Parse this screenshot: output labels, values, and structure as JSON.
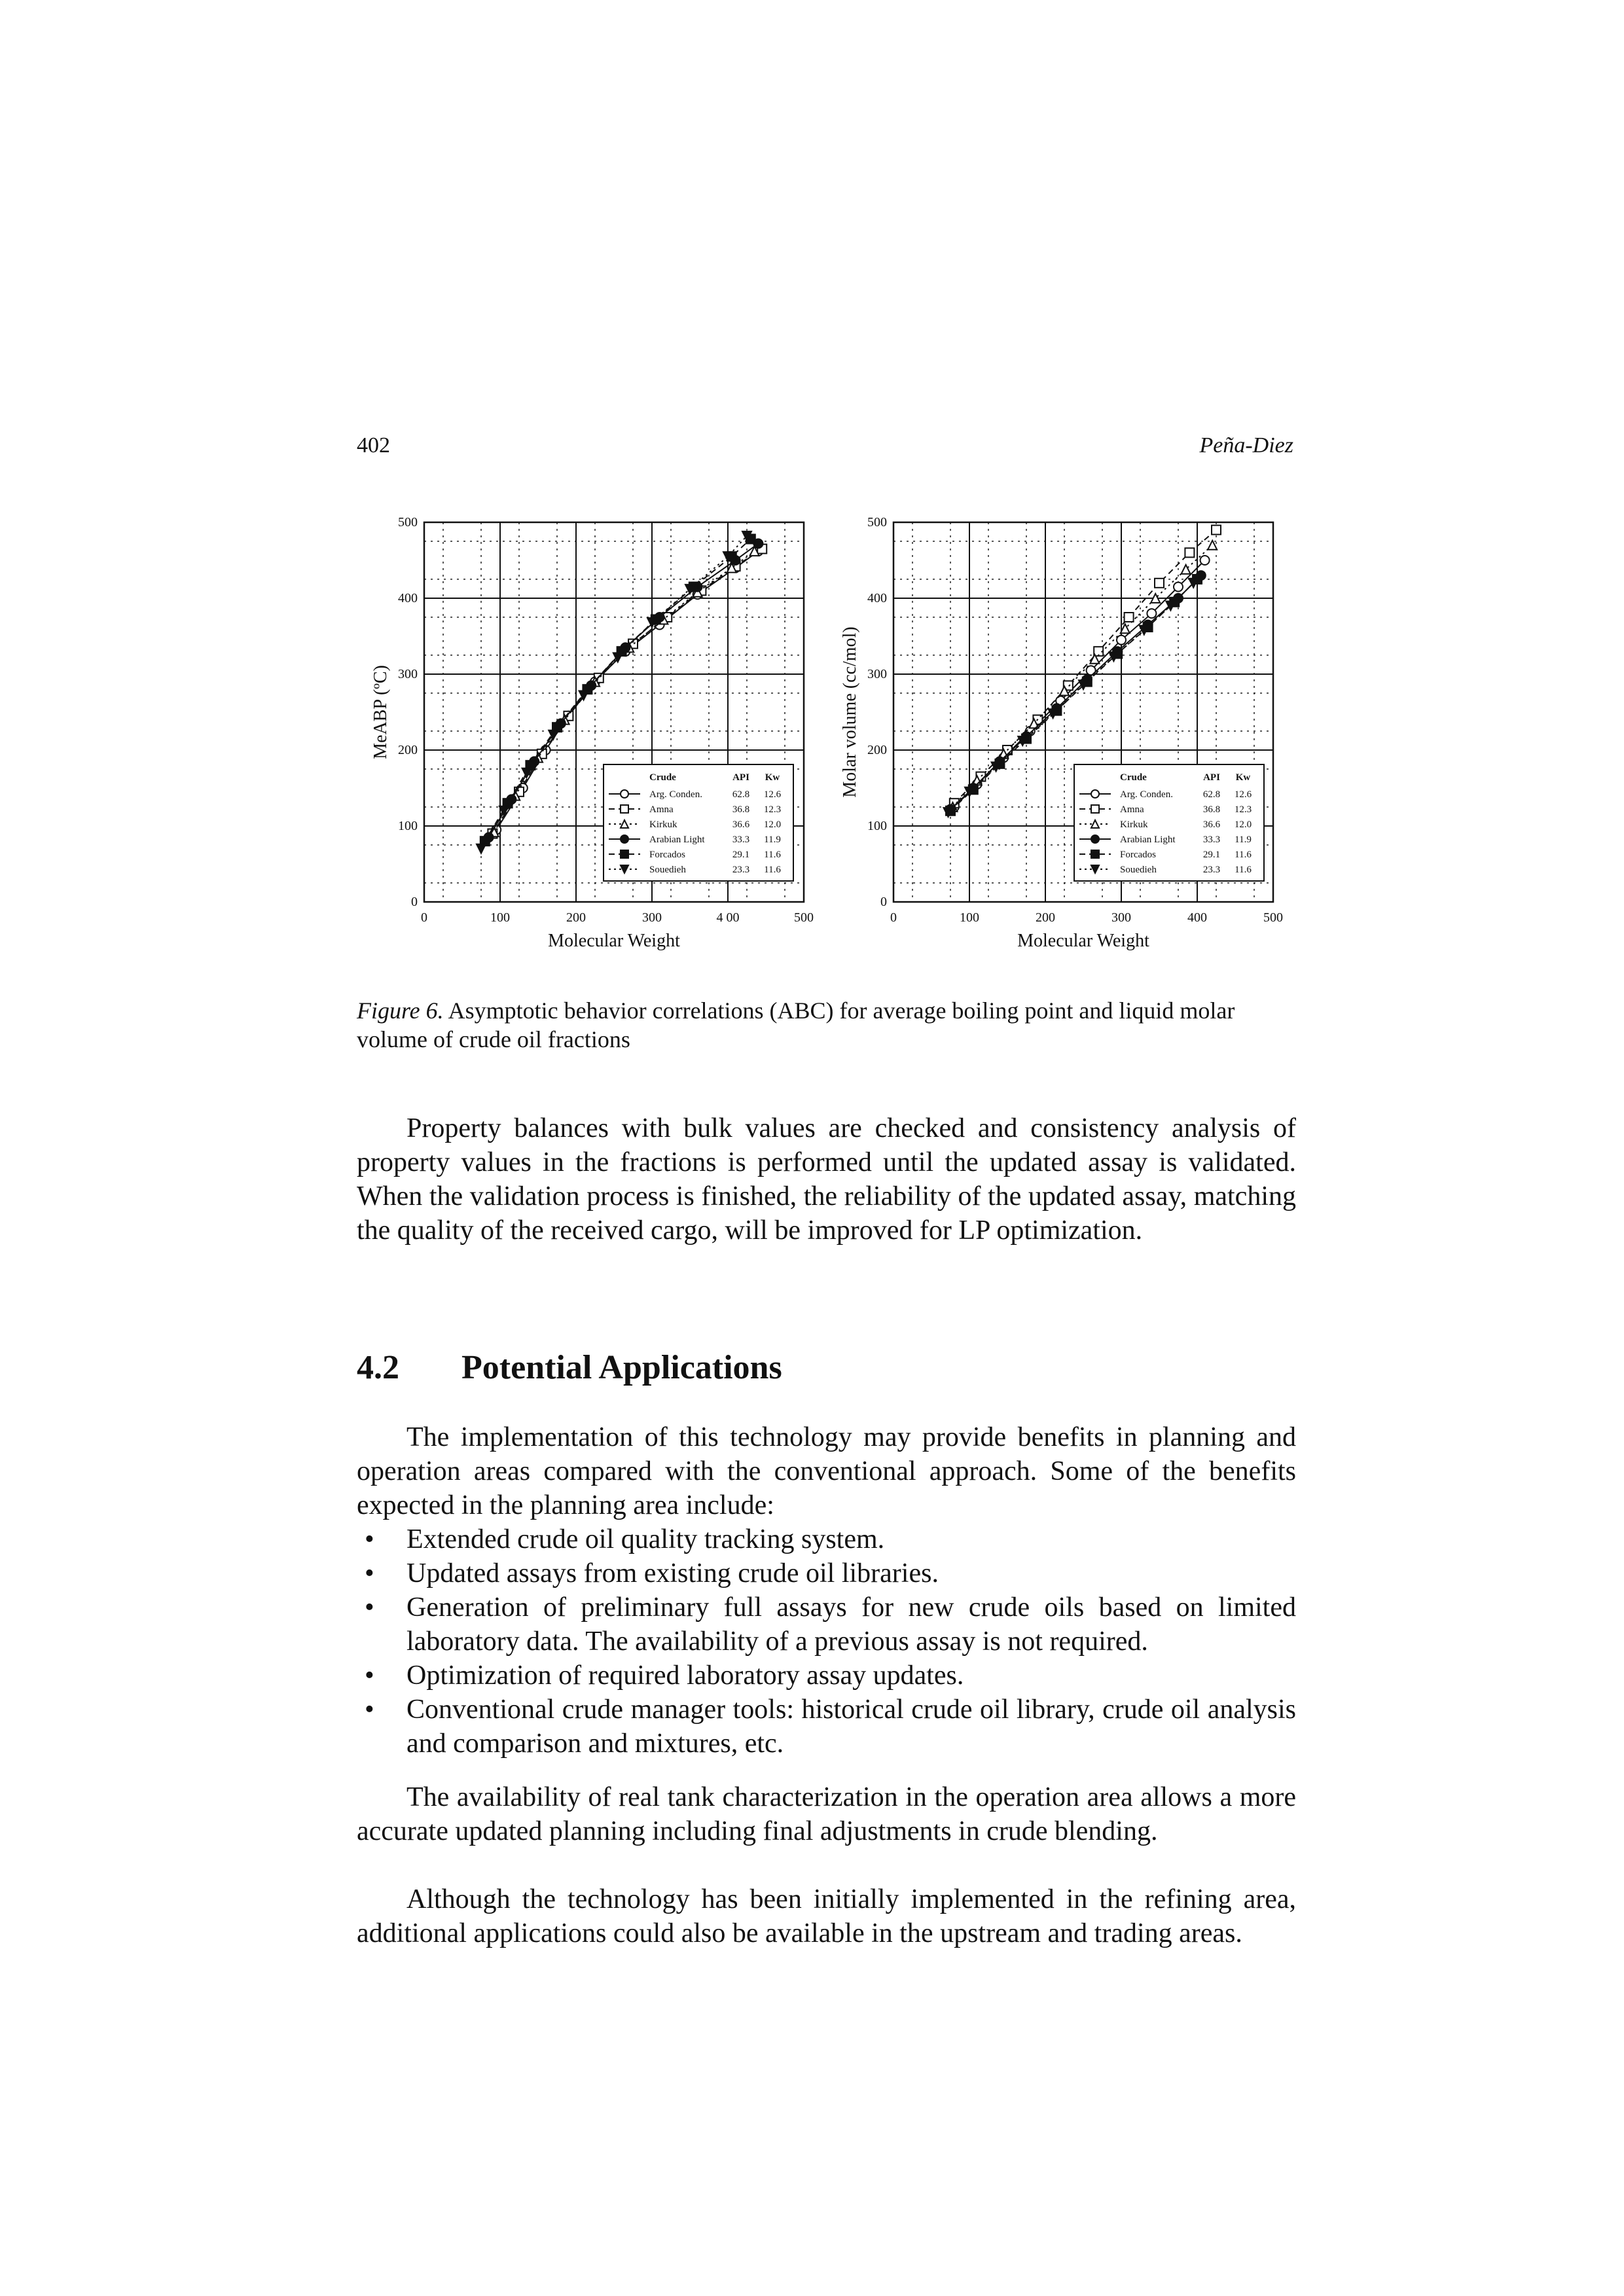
{
  "header": {
    "page_number": "402",
    "running_head": "Peña-Diez"
  },
  "chart_data": [
    {
      "type": "line",
      "ylabel": "MeABP (ºC)",
      "xlabel": "Molecular Weight",
      "xlim": [
        0,
        500
      ],
      "ylim": [
        0,
        500
      ],
      "xticks": [
        "0",
        "100",
        "200",
        "300",
        "4 00",
        "500"
      ],
      "yticks": [
        "0",
        "100",
        "200",
        "300",
        "400",
        "500"
      ],
      "grid": true,
      "legend_position": "bottom-right",
      "legend": {
        "headers": [
          "Crude",
          "API",
          "Kw"
        ],
        "rows": [
          {
            "name": "Arg. Conden.",
            "api": "62.8",
            "kw": "12.6",
            "marker": "circle-open",
            "dash": "solid"
          },
          {
            "name": "Amna",
            "api": "36.8",
            "kw": "12.3",
            "marker": "square-open",
            "dash": "dash"
          },
          {
            "name": "Kirkuk",
            "api": "36.6",
            "kw": "12.0",
            "marker": "triangle-open",
            "dash": "dot"
          },
          {
            "name": "Arabian Light",
            "api": "33.3",
            "kw": "11.9",
            "marker": "circle-filled",
            "dash": "solid"
          },
          {
            "name": "Forcados",
            "api": "29.1",
            "kw": "11.6",
            "marker": "square-filled",
            "dash": "dash"
          },
          {
            "name": "Souedieh",
            "api": "23.3",
            "kw": "11.6",
            "marker": "triangle-down-filled",
            "dash": "dot"
          }
        ]
      },
      "series": [
        {
          "name": "Arg. Conden.",
          "x": [
            95,
            130,
            160,
            190,
            225,
            265,
            310,
            360,
            410,
            440
          ],
          "y": [
            95,
            150,
            200,
            245,
            290,
            330,
            365,
            405,
            440,
            462
          ]
        },
        {
          "name": "Amna",
          "x": [
            90,
            125,
            155,
            190,
            230,
            275,
            320,
            365,
            410,
            445
          ],
          "y": [
            90,
            145,
            195,
            245,
            295,
            340,
            375,
            410,
            442,
            465
          ]
        },
        {
          "name": "Kirkuk",
          "x": [
            92,
            120,
            150,
            185,
            225,
            270,
            315,
            360,
            405,
            435
          ],
          "y": [
            92,
            140,
            190,
            240,
            290,
            335,
            372,
            408,
            440,
            462
          ]
        },
        {
          "name": "Arabian Light",
          "x": [
            85,
            115,
            145,
            180,
            220,
            265,
            310,
            360,
            410,
            440
          ],
          "y": [
            85,
            135,
            185,
            235,
            285,
            335,
            375,
            415,
            450,
            472
          ]
        },
        {
          "name": "Forcados",
          "x": [
            80,
            110,
            140,
            175,
            215,
            260,
            305,
            355,
            405,
            430
          ],
          "y": [
            80,
            130,
            180,
            230,
            280,
            330,
            372,
            415,
            455,
            478
          ]
        },
        {
          "name": "Souedieh",
          "x": [
            75,
            105,
            135,
            170,
            210,
            255,
            300,
            350,
            400,
            425
          ],
          "y": [
            70,
            120,
            170,
            220,
            272,
            322,
            368,
            412,
            455,
            482
          ]
        }
      ]
    },
    {
      "type": "line",
      "ylabel": "Molar volume (cc/mol)",
      "xlabel": "Molecular Weight",
      "xlim": [
        0,
        500
      ],
      "ylim": [
        0,
        500
      ],
      "xticks": [
        "0",
        "100",
        "200",
        "300",
        "400",
        "500"
      ],
      "yticks": [
        "0",
        "100",
        "200",
        "300",
        "400",
        "500"
      ],
      "grid": true,
      "legend_position": "bottom-right",
      "legend": {
        "headers": [
          "Crude",
          "API",
          "Kw"
        ],
        "rows": [
          {
            "name": "Arg. Conden.",
            "api": "62.8",
            "kw": "12.6",
            "marker": "circle-open",
            "dash": "solid"
          },
          {
            "name": "Amna",
            "api": "36.8",
            "kw": "12.3",
            "marker": "square-open",
            "dash": "dash"
          },
          {
            "name": "Kirkuk",
            "api": "36.6",
            "kw": "12.0",
            "marker": "triangle-open",
            "dash": "dot"
          },
          {
            "name": "Arabian Light",
            "api": "33.3",
            "kw": "11.9",
            "marker": "circle-filled",
            "dash": "solid"
          },
          {
            "name": "Forcados",
            "api": "29.1",
            "kw": "11.6",
            "marker": "square-filled",
            "dash": "dash"
          },
          {
            "name": "Souedieh",
            "api": "23.3",
            "kw": "11.6",
            "marker": "triangle-down-filled",
            "dash": "dot"
          }
        ]
      },
      "series": [
        {
          "name": "Arg. Conden.",
          "x": [
            80,
            110,
            145,
            180,
            220,
            260,
            300,
            340,
            375,
            410
          ],
          "y": [
            125,
            155,
            190,
            225,
            265,
            305,
            345,
            380,
            415,
            450
          ]
        },
        {
          "name": "Amna",
          "x": [
            80,
            115,
            150,
            190,
            230,
            270,
            310,
            350,
            390,
            425
          ],
          "y": [
            130,
            165,
            200,
            240,
            285,
            330,
            375,
            420,
            460,
            490
          ]
        },
        {
          "name": "Kirkuk",
          "x": [
            78,
            110,
            145,
            185,
            225,
            265,
            305,
            345,
            385,
            420
          ],
          "y": [
            125,
            160,
            195,
            235,
            278,
            320,
            360,
            400,
            438,
            470
          ]
        },
        {
          "name": "Arabian Light",
          "x": [
            75,
            105,
            140,
            175,
            215,
            255,
            295,
            335,
            375,
            405
          ],
          "y": [
            122,
            150,
            185,
            218,
            255,
            293,
            330,
            365,
            400,
            430
          ]
        },
        {
          "name": "Forcados",
          "x": [
            75,
            105,
            140,
            175,
            215,
            255,
            295,
            335,
            370,
            400
          ],
          "y": [
            120,
            148,
            182,
            215,
            252,
            290,
            327,
            362,
            395,
            425
          ]
        },
        {
          "name": "Souedieh",
          "x": [
            72,
            100,
            135,
            170,
            210,
            250,
            290,
            330,
            365,
            395
          ],
          "y": [
            118,
            145,
            178,
            212,
            248,
            286,
            323,
            358,
            390,
            420
          ]
        }
      ]
    }
  ],
  "figure": {
    "label": "Figure 6.",
    "caption": " Asymptotic behavior correlations (ABC) for average boiling point and liquid molar volume of crude oil fractions"
  },
  "paragraphs": {
    "p1": "Property balances with bulk values are checked and consistency analysis of property values in the fractions is performed until the updated assay is validated. When the validation process is finished, the reliability of the updated assay, matching the quality of the received cargo, will be improved for LP optimization.",
    "p2": "The implementation of this technology may provide benefits in planning and operation areas compared with the conventional approach. Some of the benefits expected in the planning area include:",
    "p3": "The availability of real tank characterization in the operation area allows a more accurate updated planning including final adjustments in crude blending.",
    "p4": "Although the technology has been initially implemented in the refining area, additional applications could also be available in the upstream and trading areas."
  },
  "section": {
    "number": "4.2",
    "title": "Potential Applications"
  },
  "bullets": [
    "Extended crude oil quality tracking system.",
    "Updated assays from existing crude oil libraries.",
    "Generation of preliminary full assays for new crude oils based on limited laboratory data. The availability of a previous assay is not required.",
    "Optimization of required laboratory assay updates.",
    "Conventional crude manager tools: historical crude oil library, crude oil analysis and comparison and mixtures, etc."
  ],
  "bullet_symbol": "•"
}
